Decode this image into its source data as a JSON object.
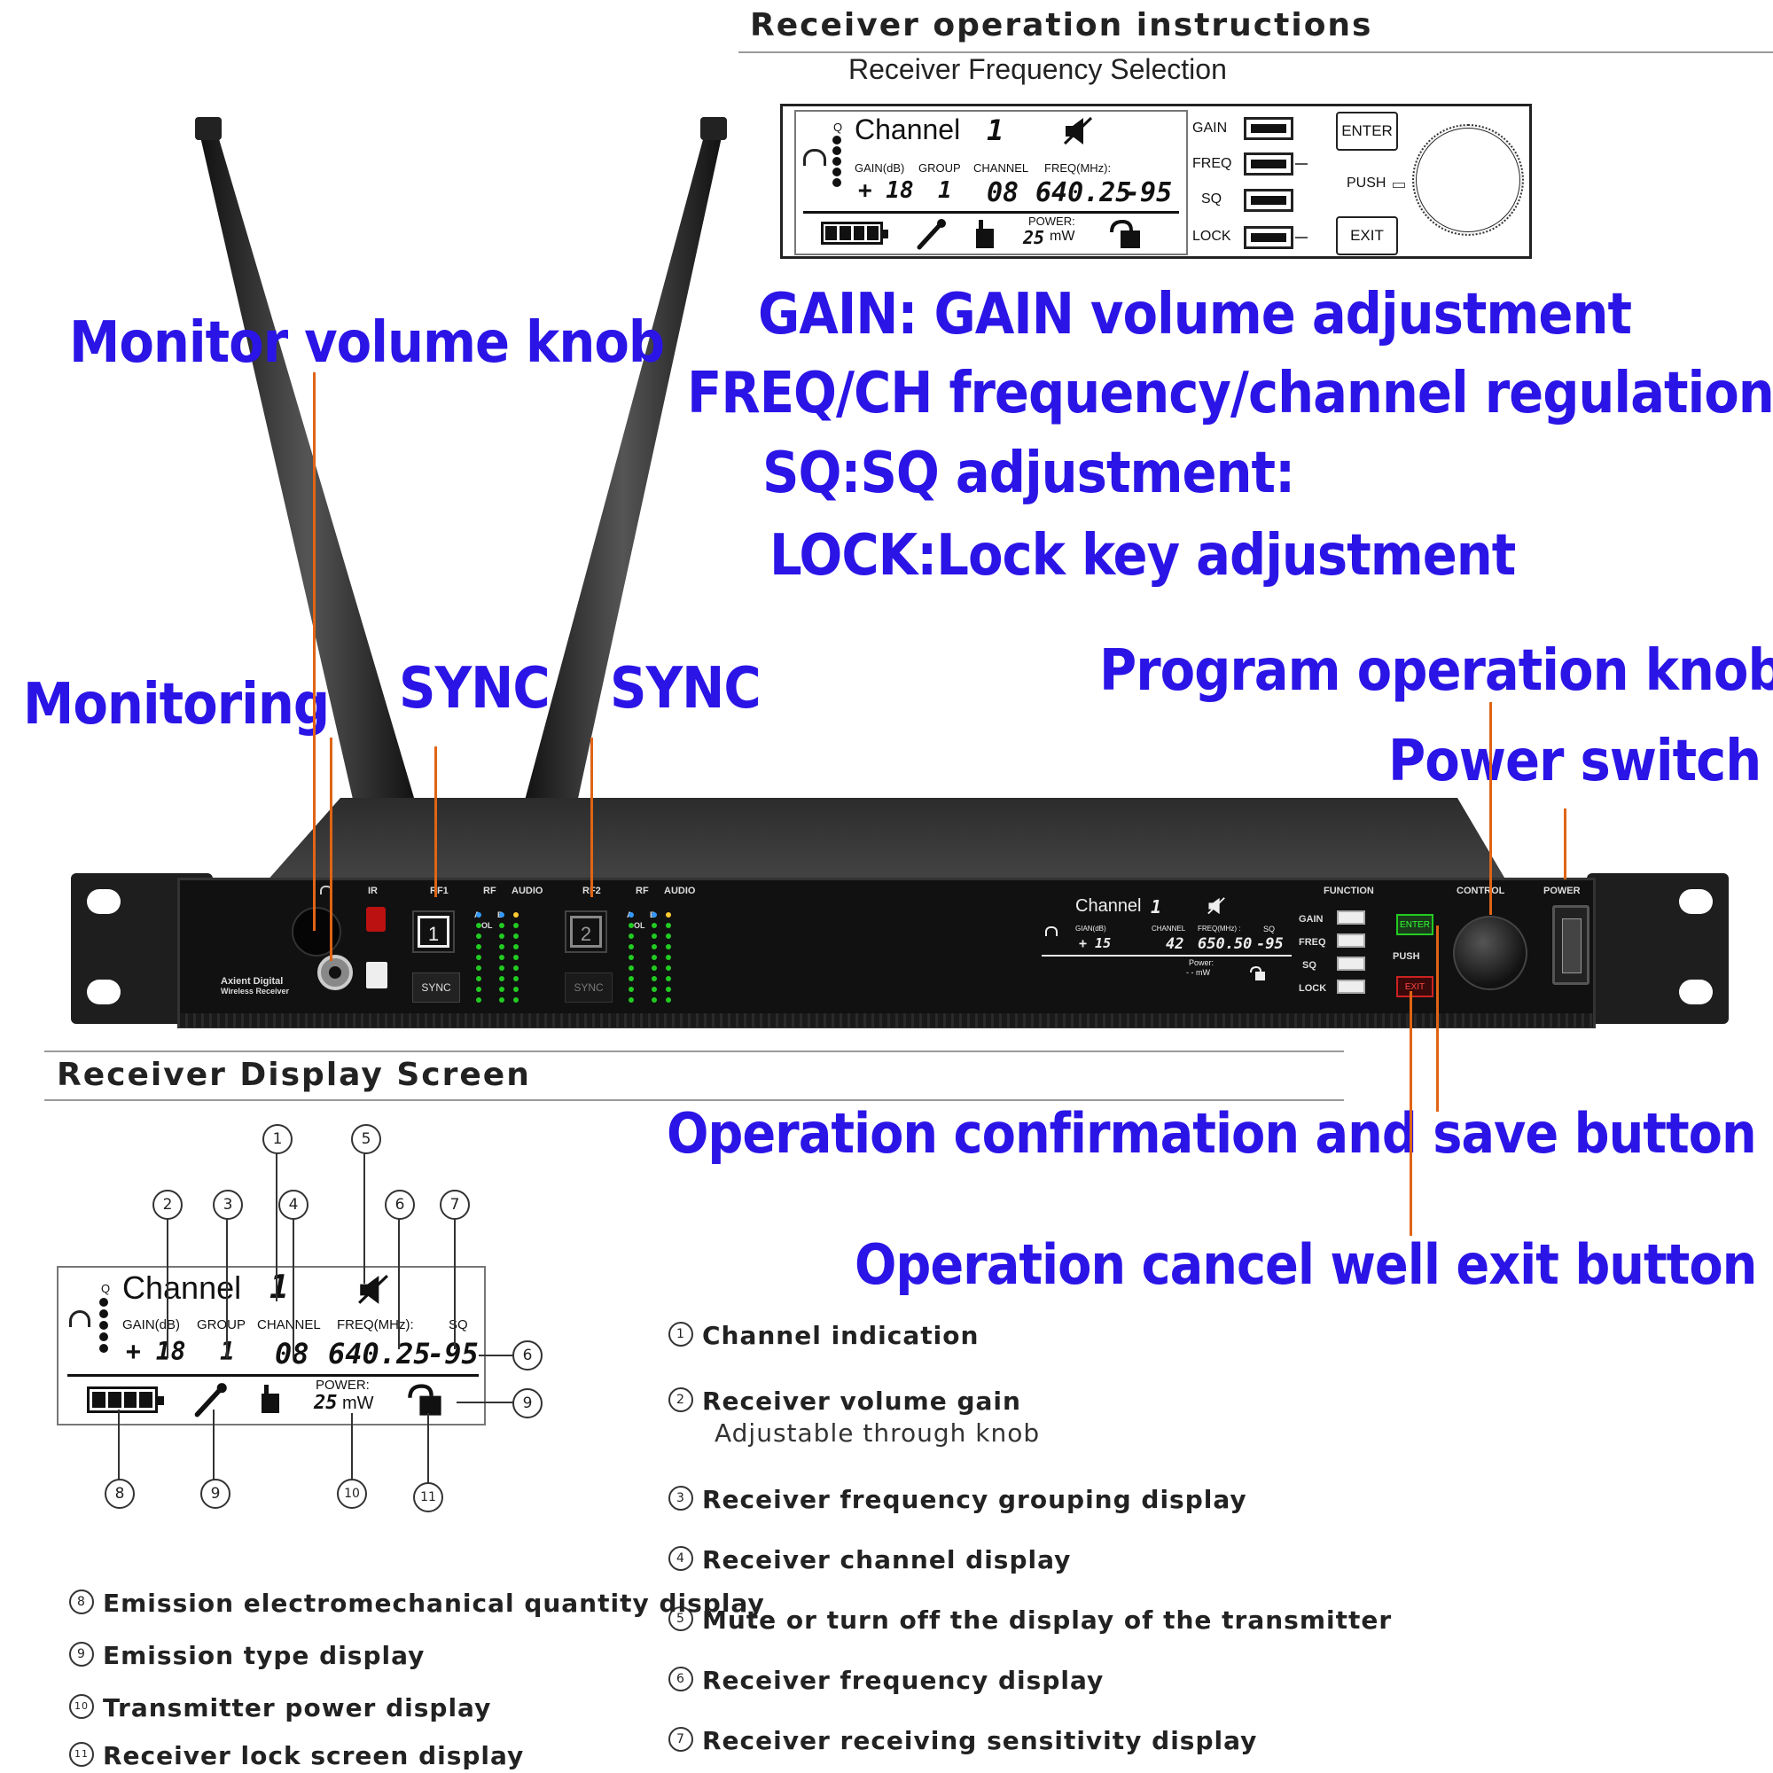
{
  "header": {
    "title": "Receiver operation instructions",
    "subtitle": "Receiver Frequency Selection"
  },
  "top_lcd": {
    "channel_label": "Channel",
    "channel_value": "1",
    "q_label": "Q",
    "gain_label": "GAIN(dB)",
    "group_label": "GROUP",
    "channel_col_label": "CHANNEL",
    "freq_label": "FREQ(MHz):",
    "gain_value": "+ 18",
    "group_value": "1",
    "channel_num": "08",
    "freq_value": "640.25",
    "sq_value": "-95",
    "power_label": "POWER:",
    "power_value": "25",
    "power_unit": "mW"
  },
  "top_controls": {
    "gain": "GAIN",
    "freq": "FREQ",
    "sq": "SQ",
    "lock": "LOCK",
    "enter": "ENTER",
    "push": "PUSH",
    "exit": "EXIT"
  },
  "callouts": {
    "gain_desc": "GAIN: GAIN volume adjustment",
    "freq_desc": "FREQ/CH frequency/channel regulation",
    "sq_desc": "SQ:SQ adjustment:",
    "lock_desc": "LOCK:Lock key adjustment",
    "monitor_knob": "Monitor volume knob",
    "monitoring": "Monitoring",
    "sync1": "SYNC",
    "sync2": "SYNC",
    "program_knob": "Program operation knob",
    "power_switch": "Power switch",
    "confirm_button": "Operation confirmation and save button",
    "cancel_button": "Operation cancel well exit button"
  },
  "device": {
    "brand_line1": "Axient Digital",
    "brand_line2": "Wireless Receiver",
    "ir": "IR",
    "rf1": "RF1",
    "rf2": "RF2",
    "rf": "RF",
    "audio": "AUDIO",
    "a": "A",
    "b": "B",
    "ol": "OL",
    "ch1": "1",
    "ch2": "2",
    "sync": "SYNC",
    "function": "FUNCTION",
    "control": "CONTROL",
    "power": "POWER",
    "lcd_channel_label": "Channel",
    "lcd_channel_value": "1",
    "lcd_gain_label": "GIAN(dB)",
    "lcd_channel_col": "CHANNEL",
    "lcd_freq_label": "FREQ(MHz) :",
    "lcd_sq": "SQ",
    "lcd_gain_value": "+ 15",
    "lcd_channel_num": "42",
    "lcd_freq_value": "650.50",
    "lcd_sq_value": "-95",
    "lcd_power_label": "Power:",
    "lcd_power_value": "- - mW",
    "fn_gain": "GAIN",
    "fn_freq": "FREQ",
    "fn_sq": "SQ",
    "fn_lock": "LOCK",
    "enter": "ENTER",
    "push": "PUSH",
    "exit": "EXIT"
  },
  "display_section": {
    "title": "Receiver Display Screen",
    "num1": "1",
    "num2": "2",
    "num3": "3",
    "num4": "4",
    "num5": "5",
    "num6": "6",
    "num7": "7",
    "num8": "8",
    "num9a": "9",
    "num9b": "9",
    "num10": "10",
    "num11": "11"
  },
  "bottom_lcd": {
    "q_label": "Q",
    "channel_label": "Channel",
    "channel_value": "1",
    "gain_label": "GAIN(dB)",
    "group_label": "GROUP",
    "channel_col_label": "CHANNEL",
    "freq_label": "FREQ(MHz):",
    "sq_label": "SQ",
    "gain_value": "+ 18",
    "group_value": "1",
    "channel_num": "08",
    "freq_value": "640.25",
    "sq_value": "-95",
    "power_label": "POWER:",
    "power_value": "25",
    "power_unit": "mW"
  },
  "legend": {
    "n1": "1",
    "t1": "Channel indication",
    "n2": "2",
    "t2": "Receiver volume gain",
    "t2b": "Adjustable through knob",
    "n3": "3",
    "t3": "Receiver frequency grouping display",
    "n4": "4",
    "t4": "Receiver channel display",
    "n5": "5",
    "t5": "Mute or turn off the display of the transmitter",
    "n6": "6",
    "t6": "Receiver frequency display",
    "n7": "7",
    "t7": "Receiver receiving sensitivity display",
    "n8": "8",
    "t8": "Emission electromechanical quantity display",
    "n9": "9",
    "t9": "Emission type display",
    "n10": "10",
    "t10": "Transmitter power display",
    "n11": "11",
    "t11": "Receiver lock screen display"
  }
}
